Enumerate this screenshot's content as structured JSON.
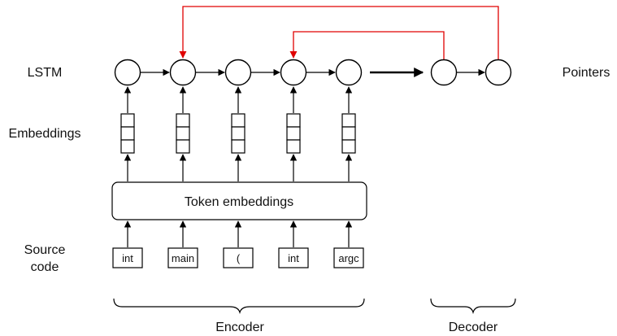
{
  "row_labels": {
    "lstm": "LSTM",
    "embeddings": "Embeddings",
    "source_line1": "Source",
    "source_line2": "code",
    "pointers": "Pointers"
  },
  "token_embeddings_label": "Token embeddings",
  "tokens": [
    "int",
    "main",
    "(",
    "int",
    "argc"
  ],
  "section_labels": {
    "encoder": "Encoder",
    "decoder": "Decoder"
  },
  "colors": {
    "pointer_arrows": "#e00000",
    "lines": "#000000"
  }
}
